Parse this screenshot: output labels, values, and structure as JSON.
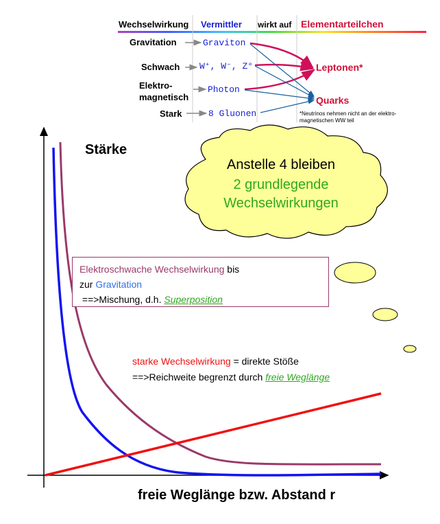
{
  "table": {
    "headers": {
      "wechselwirkung": "Wechselwirkung",
      "vermittler": "Vermittler",
      "wirkt_auf": "wirkt auf",
      "elementarteilchen": "Elementarteilchen"
    },
    "rows": [
      {
        "interaction": "Gravitation",
        "mediator": "Graviton"
      },
      {
        "interaction": "Schwach",
        "mediator": "W⁺,  W⁻, Z°"
      },
      {
        "interaction": "Elektro-\nmagnetisch",
        "mediator": "Photon"
      },
      {
        "interaction": "Stark",
        "mediator": "8 Gluonen"
      }
    ],
    "targets": {
      "leptons": "Leptonen*",
      "quarks": "Quarks"
    },
    "footnote": "*Neutrinos nehmen nicht an der elektro-\nmagnetischen WW teil"
  },
  "graph": {
    "y_label": "Stärke",
    "x_label": "freie Weglänge bzw. Abstand r"
  },
  "cloud": {
    "line1": "Anstelle 4 bleiben",
    "line2": "2 grundlegende",
    "line3": "Wechselwirkungen"
  },
  "box": {
    "part1": "Elektroschwache Wechselwirkung",
    "part2": " bis",
    "part3": "zur ",
    "part4": "Gravitation",
    "part5": " ==>Mischung, d.h. ",
    "part6": "Superposition"
  },
  "strong": {
    "part1": "starke Wechselwirkung",
    "part2": " = direkte Stöße",
    "part3": "==>Reichweite begrenzt durch ",
    "part4": "freie Weglänge"
  },
  "colors": {
    "blue": "#1414f0",
    "purple": "#9a3a6a",
    "red": "#f01010",
    "green": "#30a820",
    "cloud": "#ffff99"
  }
}
